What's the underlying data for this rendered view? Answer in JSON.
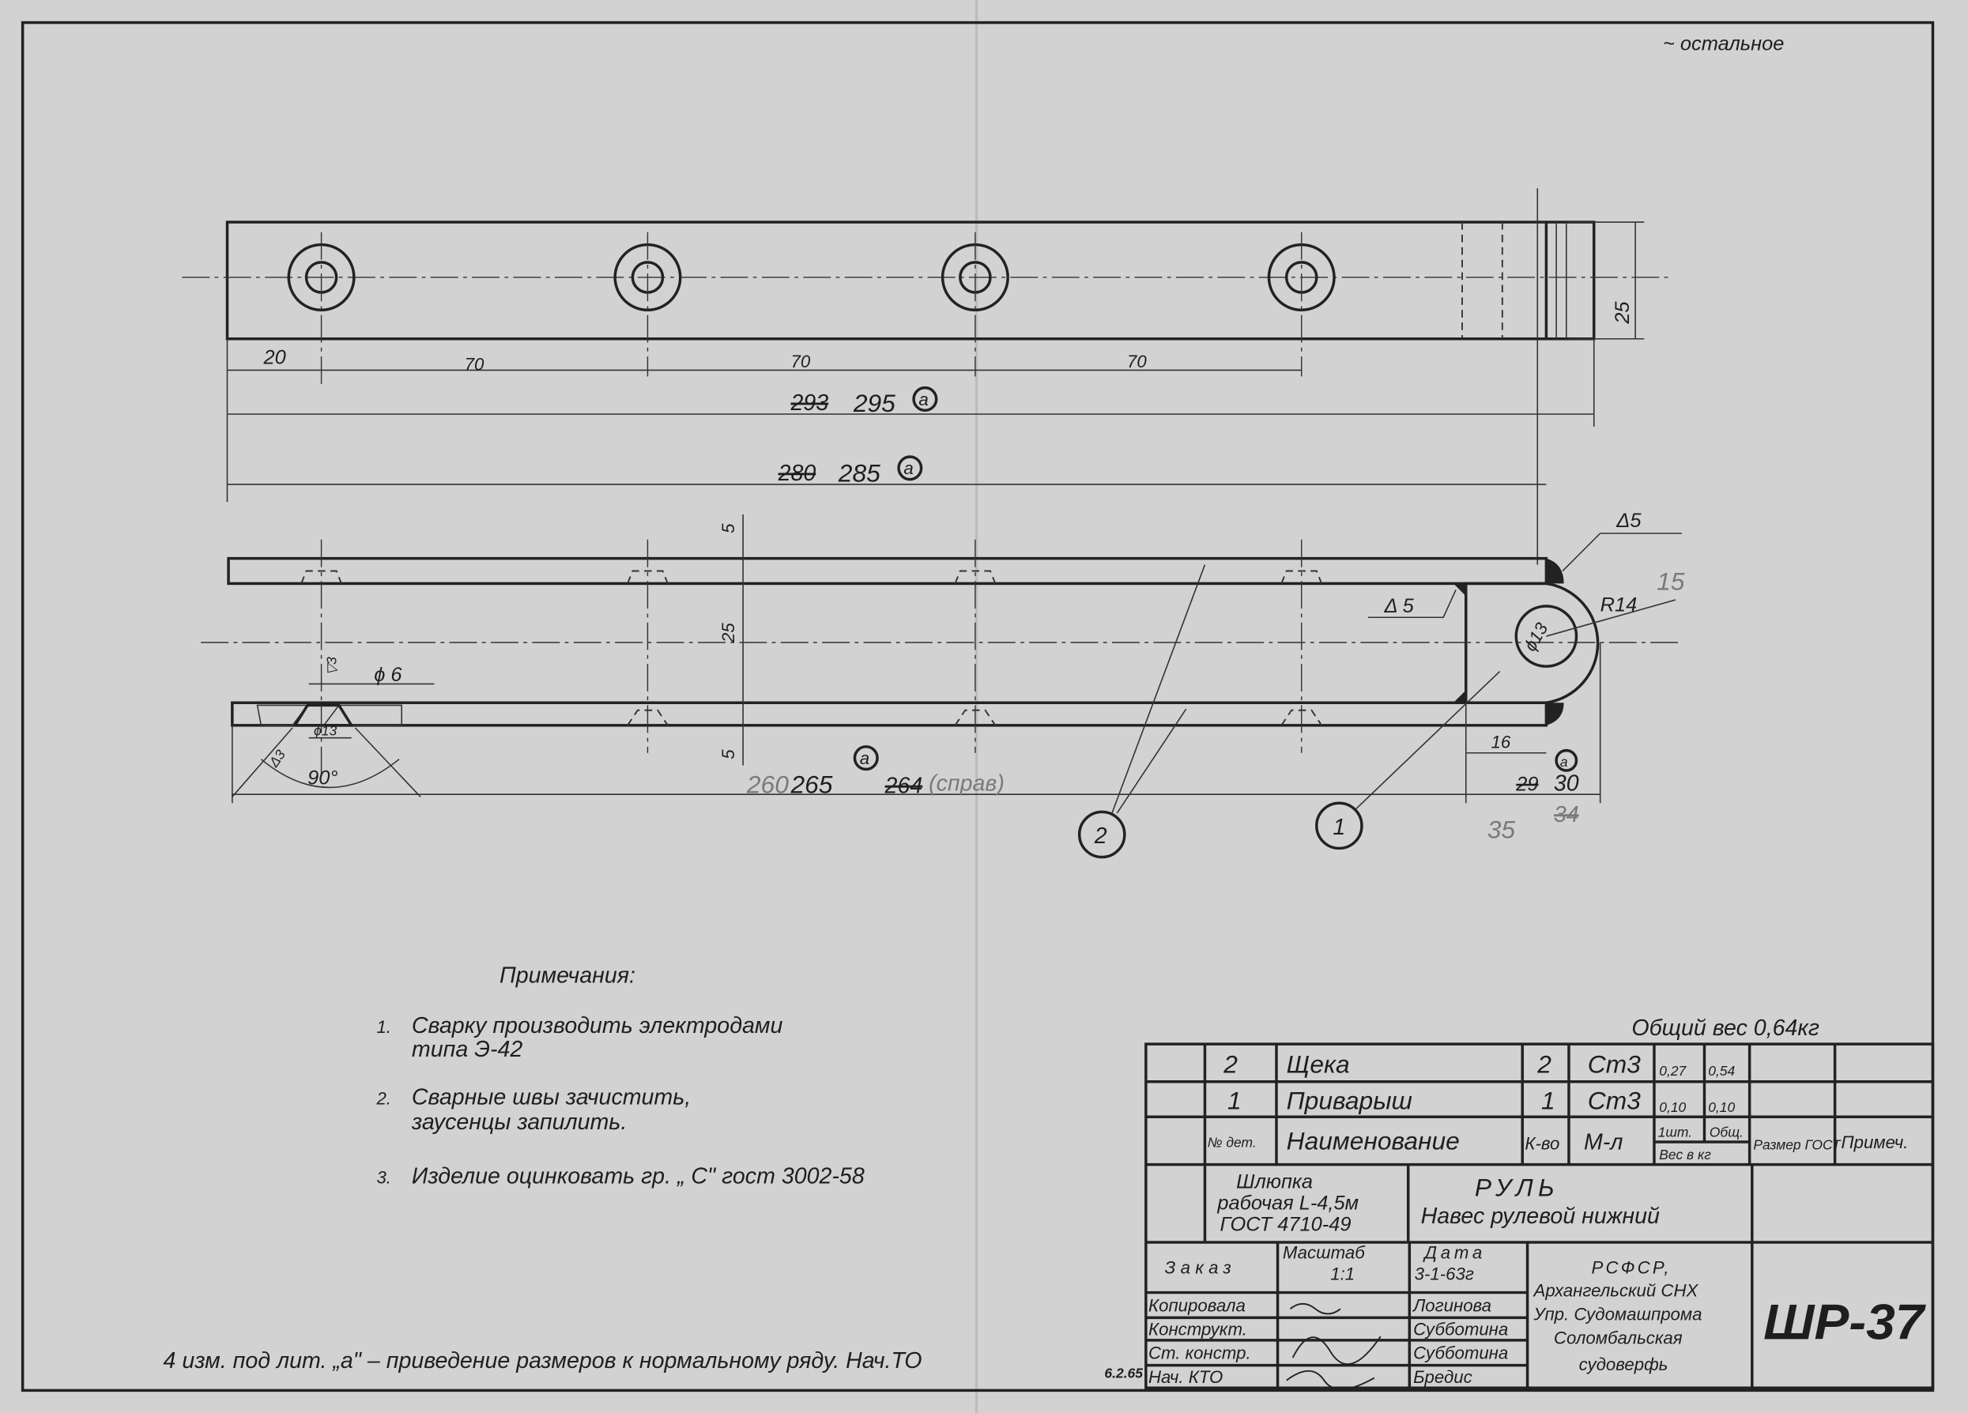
{
  "corner_note": "~ остальное",
  "dimensions": {
    "hole_spacing": [
      "20",
      "70",
      "70",
      "70"
    ],
    "width_25": "25",
    "length_old": "293",
    "length": "295",
    "inner_old": "280",
    "inner": "285",
    "revision_mark": "a",
    "thk_top": "5",
    "gap": "25",
    "thk_bottom": "5",
    "weld_top": "Δ5",
    "weld_side": "Δ 5",
    "radius": "R14",
    "radius_new": "15",
    "hole_dia": "ϕ13",
    "cs_dia": "ϕ 6",
    "cs_depth": "▽3",
    "cs_bottom": "ϕ13",
    "cs_chamfer": "Δ3",
    "cs_angle": "90°",
    "plate_len_pencil": "260",
    "plate_len": "265",
    "plate_len_old": "264",
    "plate_len_note": "(справ)",
    "lug_16": "16",
    "lug_old": "29",
    "lug": "30",
    "pencil_35": "35",
    "pencil_34": "34"
  },
  "balloons": [
    "2",
    "1"
  ],
  "notes": {
    "title": "Примечания:",
    "items": [
      {
        "num": "1.",
        "lines": [
          "Сварку   производить  электродами",
          "типа  Э-42"
        ]
      },
      {
        "num": "2.",
        "lines": [
          "Сварные  швы  зачистить,",
          "заусенцы  запилить."
        ]
      },
      {
        "num": "3.",
        "lines": [
          "Изделие   оцинковать  гр. „ С\" гост 3002-58"
        ]
      }
    ]
  },
  "revision_note": "4 изм. под лит. „а\" – приведение размеров к нормальному ряду.  Нач.ТО",
  "revision_date": "6.2.65",
  "total_weight": "Общий вес 0,64кг",
  "parts_table": {
    "rows": [
      {
        "num": "2",
        "name": "Щека",
        "qty": "2",
        "material": "Ст3",
        "w_unit": "0,27",
        "w_total": "0,54"
      },
      {
        "num": "1",
        "name": "Приварыш",
        "qty": "1",
        "material": "Ст3",
        "w_unit": "0,10",
        "w_total": "0,10"
      }
    ],
    "header": {
      "num": "№ дет.",
      "name": "Наименование",
      "qty": "К-во",
      "material": "М-л",
      "w_unit": "1шт.",
      "w_total": "Общ.",
      "weight": "Вес в кг",
      "size": "Размер ГОСТ",
      "note": "Примеч."
    }
  },
  "title_block": {
    "product": [
      "Шлюпка",
      "рабочая L-4,5м",
      "ГОСТ 4710-49"
    ],
    "title": "РУЛЬ",
    "subtitle": "Навес рулевой нижний",
    "order_label": "Заказ",
    "scale_label": "Масштаб",
    "scale": "1:1",
    "date_label": "Дата",
    "date": "3-1-63г",
    "roles": [
      {
        "role": "Копировала",
        "name": "Логинова"
      },
      {
        "role": "Конструкт.",
        "name": "Субботина"
      },
      {
        "role": "Ст. констр.",
        "name": "Субботина"
      },
      {
        "role": "Нач. КТО",
        "name": "Бредис"
      }
    ],
    "org": [
      "РСФСР,",
      "Архангельский СНХ",
      "Упр. Судомашпрома",
      "Соломбальская",
      "судоверфь"
    ],
    "drawing_number": "ШР-37"
  }
}
